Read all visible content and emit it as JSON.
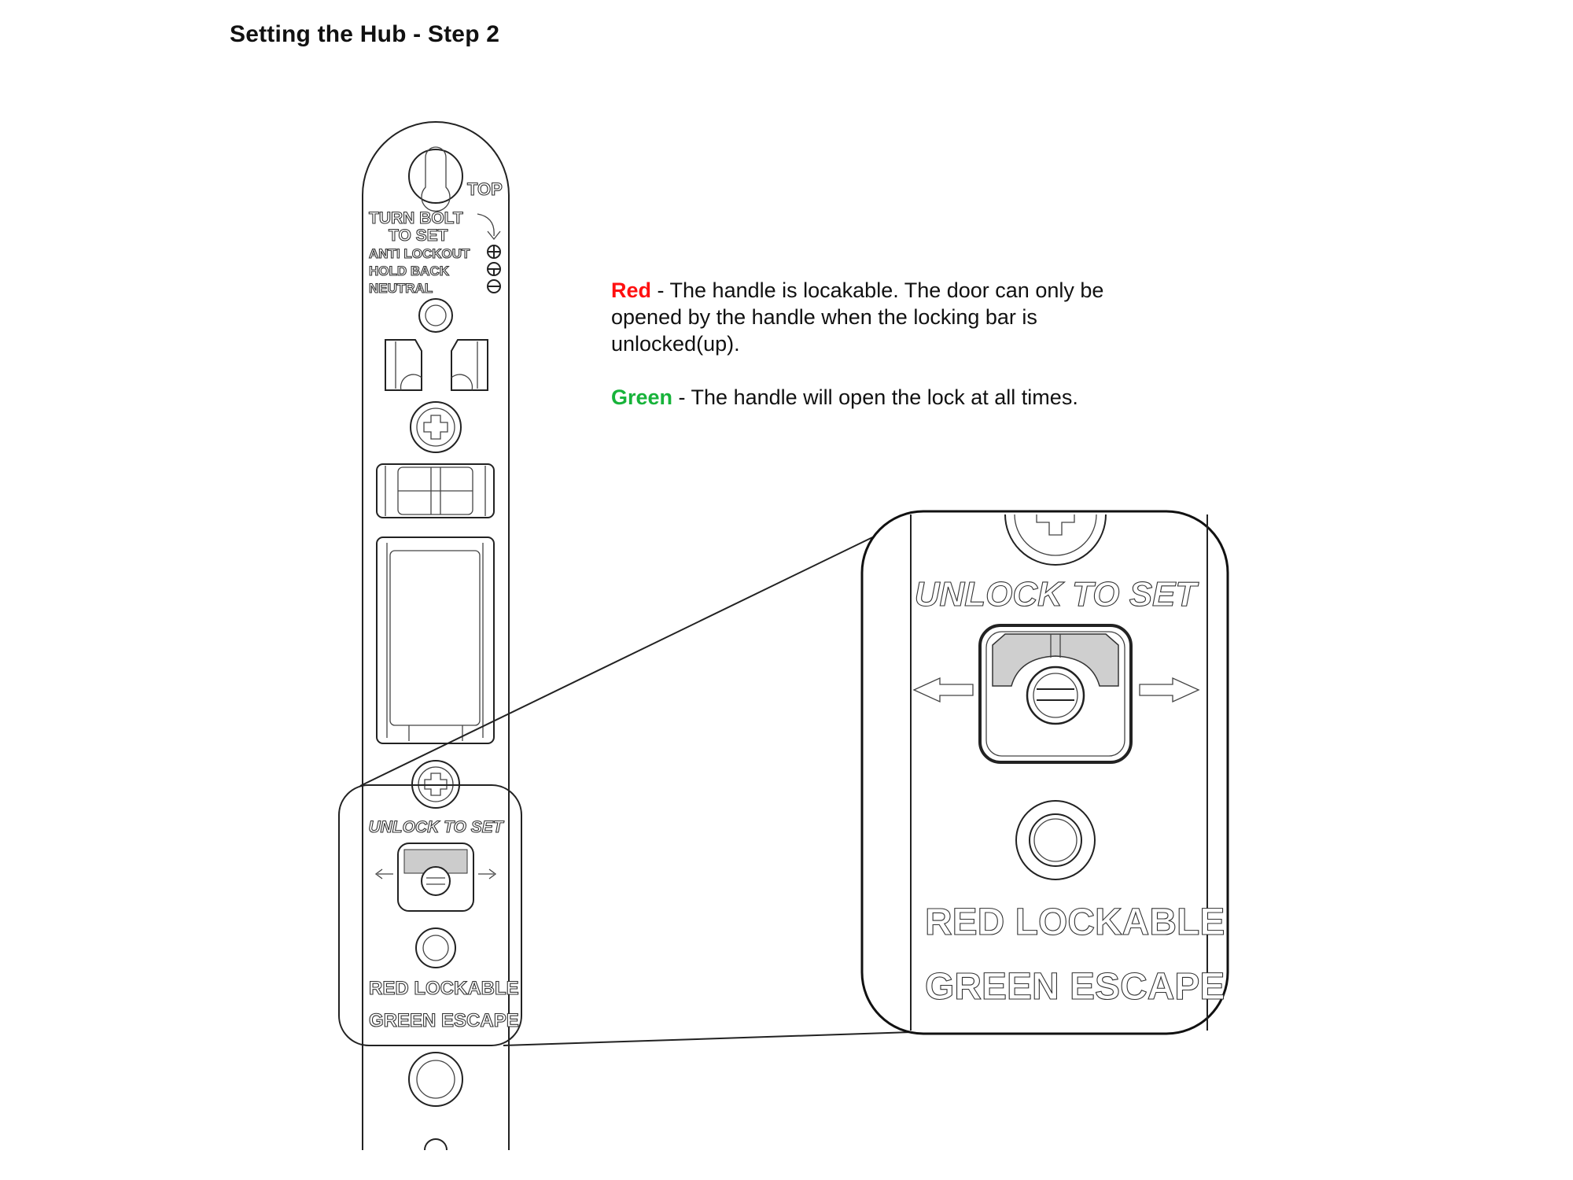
{
  "title": "Setting the Hub - Step 2",
  "description": {
    "red": {
      "label": "Red",
      "text": " - The handle is locakable. The door can only be opened by the handle when the locking bar is unlocked(up)."
    },
    "green": {
      "label": "Green",
      "text": " - The handle will open the lock at all times."
    }
  },
  "diagram": {
    "top_label": "TOP",
    "turn_bolt_line1": "TURN BOLT",
    "turn_bolt_line2": "TO SET",
    "mode_anti_lockout": "ANTI LOCKOUT",
    "mode_hold_back": "HOLD BACK",
    "mode_neutral": "NEUTRAL",
    "unlock_to_set": "UNLOCK TO SET",
    "red_lockable": "RED LOCKABLE",
    "green_escape": "GREEN ESCAPE"
  },
  "colors": {
    "red": "#ff1010",
    "green": "#17b33a"
  }
}
